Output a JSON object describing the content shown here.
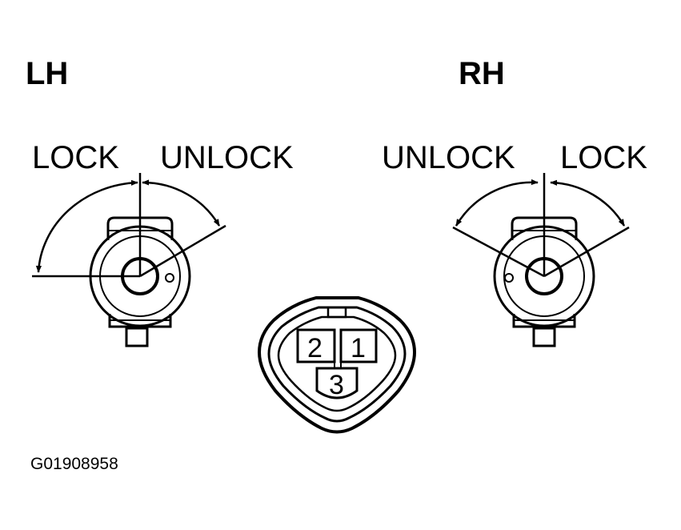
{
  "sides": {
    "lh": {
      "heading": "LH",
      "left_label": "LOCK",
      "right_label": "UNLOCK"
    },
    "rh": {
      "heading": "RH",
      "left_label": "UNLOCK",
      "right_label": "LOCK"
    }
  },
  "connector": {
    "pins": [
      "2",
      "1",
      "3"
    ]
  },
  "figure_code": "G01908958",
  "colors": {
    "ink": "#000000",
    "paper": "#ffffff"
  }
}
